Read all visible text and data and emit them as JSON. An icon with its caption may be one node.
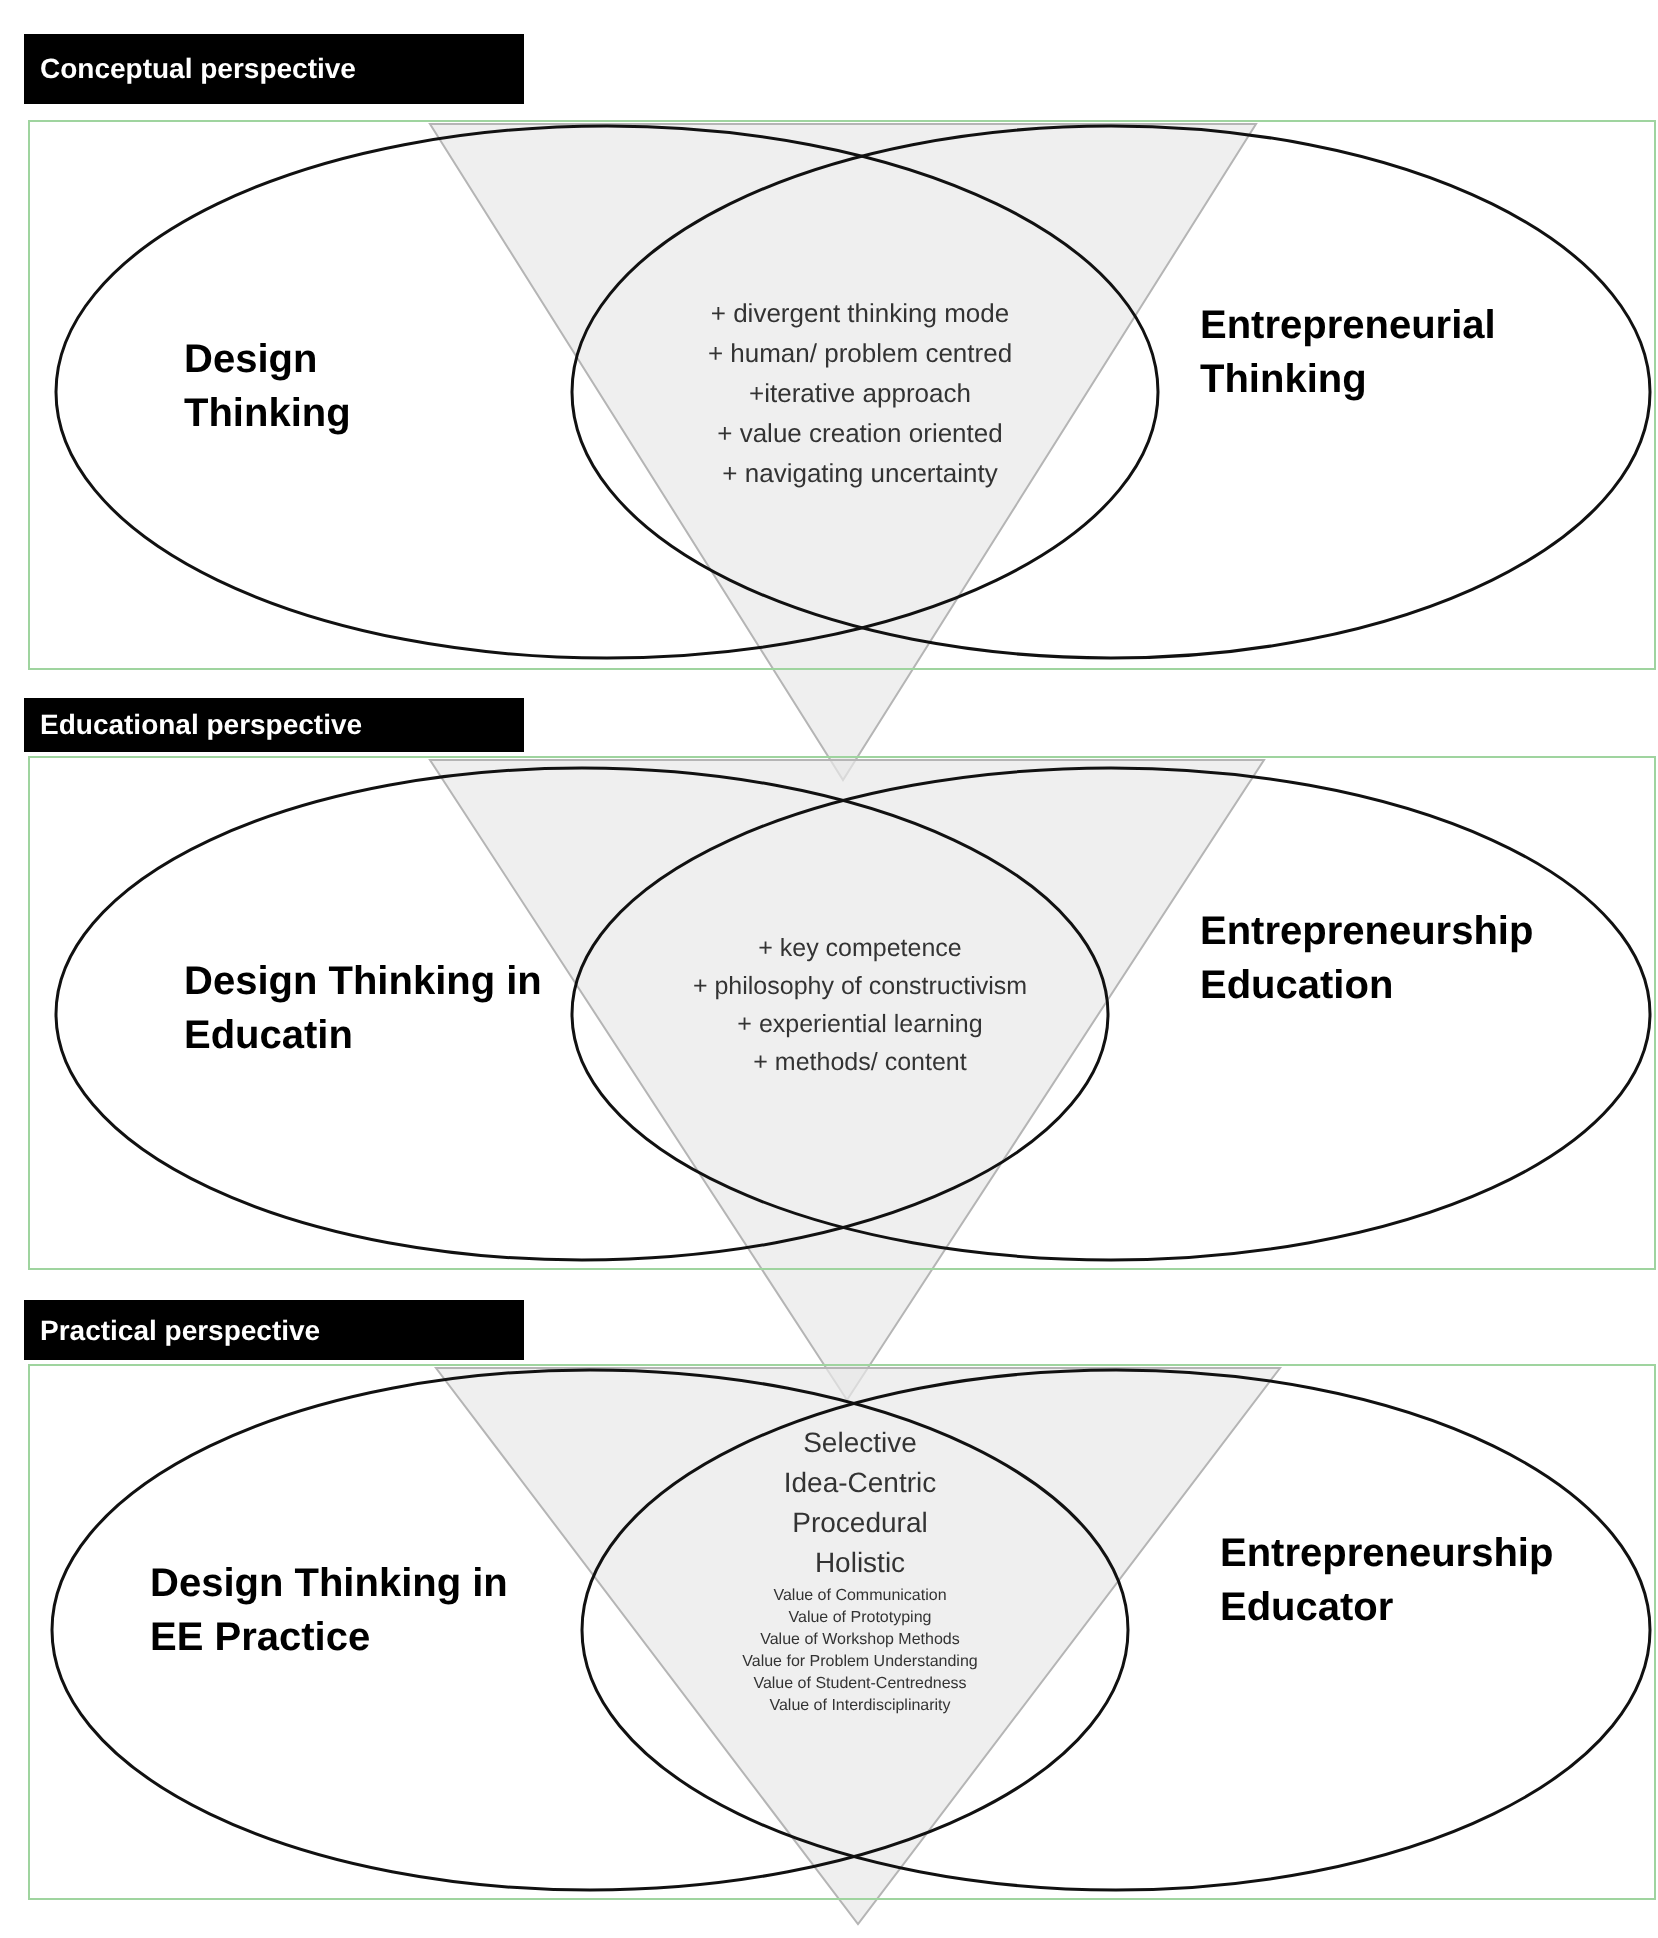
{
  "diagram": {
    "nodes": [
      {
        "text": [
          "Conceptual perspective"
        ]
      },
      {
        "text": [
          "Design Thinking"
        ],
        "in": 0
      },
      {
        "text": [
          "Entrepreneurial Thinking"
        ],
        "in": 0
      },
      {
        "text": [
          "Educational perspective"
        ]
      },
      {
        "text": [
          "Design Thinking in Educatin"
        ],
        "in": 3
      },
      {
        "text": [
          "Entrepreneurship Education"
        ],
        "in": 3
      },
      {
        "text": [
          "Practical perspective"
        ]
      },
      {
        "text": [
          "Design Thinking in EE Practice"
        ],
        "in": 6
      },
      {
        "text": [
          "Entrepreneurship Educator"
        ],
        "in": 6
      }
    ],
    "edges": [],
    "labels": [
      "+ divergent thinking mode",
      "+ human/ problem centred",
      "+iterative approach",
      "+ value creation oriented",
      "+ navigating uncertainty",
      "+ key competence",
      "+ philosophy of constructivism",
      "+ experiential learning",
      "+ methods/ content",
      "Selective",
      "Idea-Centric",
      "Procedural",
      "Holistic",
      "Value of Communication",
      "Value of Prototyping",
      "Value of Workshop Methods",
      "Value for Problem Understanding",
      "Value of Student-Centredness",
      "Value of Interdisciplinarity"
    ]
  }
}
